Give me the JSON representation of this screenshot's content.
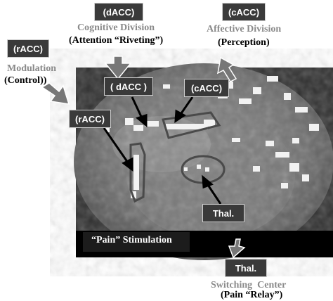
{
  "labels": {
    "dacc_top": "(dACC)",
    "cacc_top": "(cACC)",
    "racc_left": "(rACC)",
    "dacc_img": "( dACC )",
    "cacc_img": "(cACC)",
    "racc_img": "(rACC)",
    "thal_img": "Thal.",
    "thal_bottom": "Thal."
  },
  "annotations": {
    "cognitive_title": "Cognitive Division",
    "cognitive_sub": "(Attention “Riveting”)",
    "affective_title": "Affective Division",
    "affective_sub": "(Perception)",
    "modulation_title": "Modulation",
    "modulation_sub": "(Control))",
    "stimulation": "“Pain” Stimulation",
    "switching_title": "Switching  Center",
    "switching_sub": "(Pain “Relay”)"
  }
}
